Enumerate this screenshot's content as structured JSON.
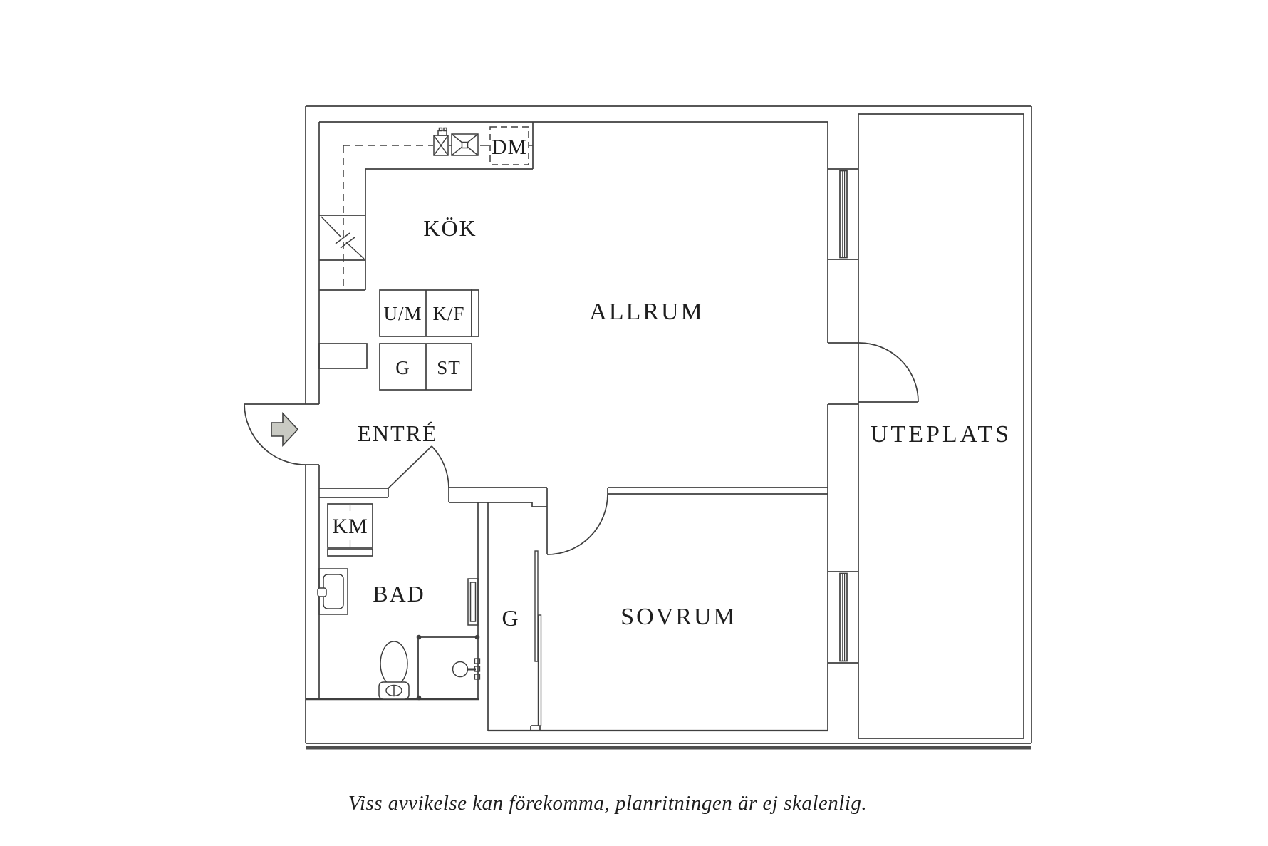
{
  "plan": {
    "rooms": {
      "kitchen": "KÖK",
      "living": "ALLRUM",
      "patio": "UTEPLATS",
      "entry": "ENTRÉ",
      "bathroom": "BAD",
      "bedroom": "SOVRUM",
      "closet": "G"
    },
    "units": {
      "dishwasher": "DM",
      "oven_micro": "U/M",
      "fridge_freezer": "K/F",
      "wardrobe": "G",
      "cleaning": "ST",
      "washer": "KM"
    },
    "caption": "Viss avvikelse kan förekomma, planritningen är ej skalenlig.",
    "colors": {
      "line": "#3f3f3f",
      "ground_line": "#4f4f4f",
      "arrow_fill": "#c9cac3",
      "arrow_stroke": "#6d6d67",
      "text": "#1e1e1e"
    }
  }
}
